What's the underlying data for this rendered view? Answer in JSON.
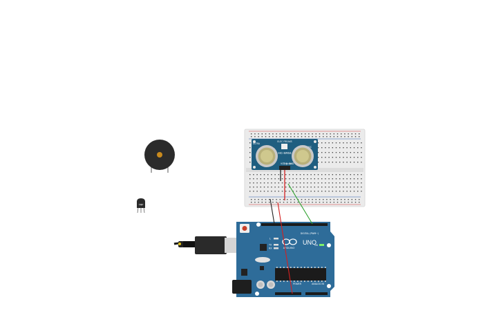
{
  "sensor": {
    "model": "HC-SR04",
    "brand": "ELEC FREAKS",
    "left_label": "ULTRA",
    "right_label": "SONIC",
    "pins": [
      "VCC",
      "Trig",
      "Echo",
      "GND"
    ]
  },
  "piezo": {
    "name": "piezo-buzzer"
  },
  "temp_sensor": {
    "label": "TMP"
  },
  "arduino": {
    "brand": "ARDUINO",
    "model": "UNO",
    "digital_header": "DIGITAL (PWM~)",
    "power_header": "POWER",
    "analog_header": "ANALOG IN",
    "on_label": "ON",
    "tx_label": "TX",
    "rx_label": "RX",
    "l_label": "L",
    "reset_label": "RESET"
  },
  "colors": {
    "breadboard": "#e8e8e8",
    "sensor_board": "#1f5e80",
    "arduino_board": "#2e6c99",
    "wire_black": "#222222",
    "wire_red": "#d42020",
    "wire_green": "#2ca02c",
    "buzzer": "#2b2b2b"
  }
}
